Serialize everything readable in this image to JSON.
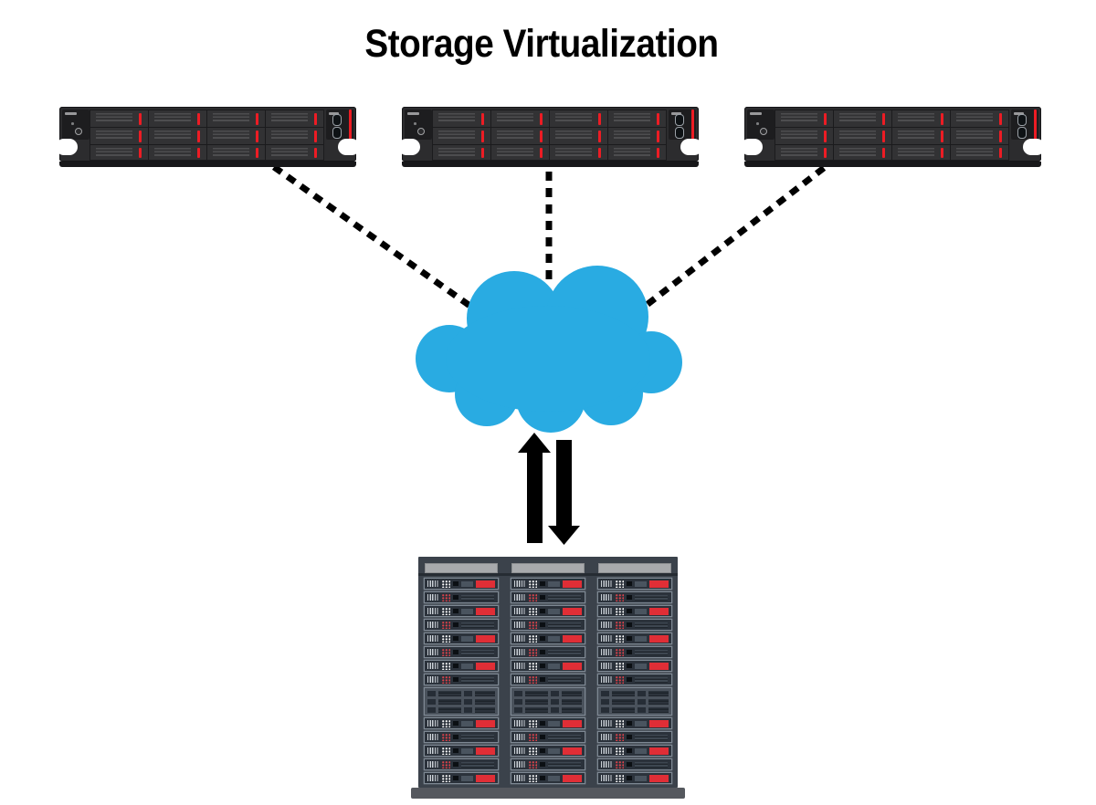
{
  "title": "Storage Virtualization",
  "colors": {
    "cloud_blue": "#29ABE2",
    "alert_red": "#ED1C24",
    "rack_red": "#E02E36",
    "line_black": "#000000"
  },
  "diagram": {
    "nodes": [
      {
        "id": "storage-array-1",
        "type": "storage-array",
        "drive_rows": 3,
        "drive_cols": 4
      },
      {
        "id": "storage-array-2",
        "type": "storage-array",
        "drive_rows": 3,
        "drive_cols": 4
      },
      {
        "id": "storage-array-3",
        "type": "storage-array",
        "drive_rows": 3,
        "drive_cols": 4
      },
      {
        "id": "virtualization-cloud",
        "type": "cloud"
      },
      {
        "id": "server-rack",
        "type": "rack"
      }
    ],
    "edges": [
      {
        "from": "storage-array-1",
        "to": "virtualization-cloud",
        "style": "dashed"
      },
      {
        "from": "storage-array-2",
        "to": "virtualization-cloud",
        "style": "dashed"
      },
      {
        "from": "storage-array-3",
        "to": "virtualization-cloud",
        "style": "dashed"
      },
      {
        "from": "virtualization-cloud",
        "to": "server-rack",
        "style": "double-arrow"
      }
    ]
  },
  "storage_array": {
    "count": 3,
    "drive_rows": 3,
    "drive_cols": 4
  },
  "server_rack": {
    "columns": 3,
    "units_above_patch_panel": 8,
    "units_below_patch_panel": 5
  }
}
